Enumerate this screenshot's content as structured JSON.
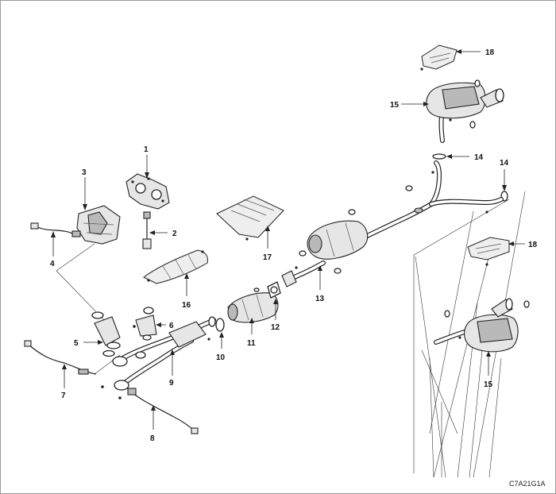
{
  "callouts": {
    "c1": "1",
    "c2": "2",
    "c3": "3",
    "c4": "4",
    "c5": "5",
    "c6": "6",
    "c7": "7",
    "c8": "8",
    "c9": "9",
    "c10": "10",
    "c11": "11",
    "c12": "12",
    "c13": "13",
    "c14a": "14",
    "c14b": "14",
    "c15a": "15",
    "c15b": "15",
    "c16": "16",
    "c17": "17",
    "c18a": "18",
    "c18b": "18"
  },
  "figure_code": "C7A21G1A"
}
